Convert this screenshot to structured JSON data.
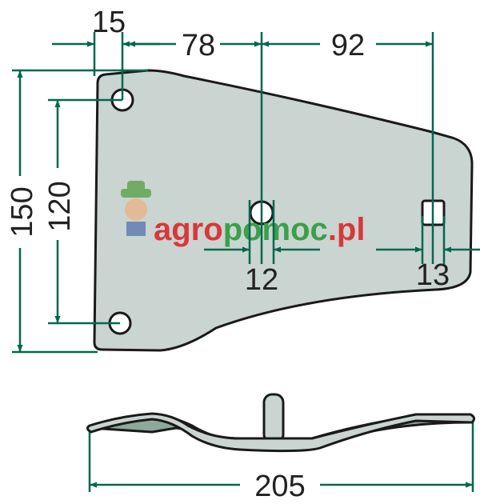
{
  "colors": {
    "dimension_line": "#00684f",
    "part_fill": "#cad4d0",
    "outline": "#1a1a1a",
    "side_shadow": "#8fa89c",
    "watermark_red": "#d8383a",
    "watermark_green": "#3aa04a"
  },
  "dimensions": {
    "hole_offset_top": "15",
    "hole_to_center": "78",
    "center_to_slot": "92",
    "total_height": "150",
    "hole_spacing": "120",
    "center_hole_dia": "12",
    "slot_width": "13",
    "total_width": "205"
  },
  "watermark": {
    "text_a": "agro",
    "text_b": "pomoc",
    "text_c": ".pl"
  }
}
